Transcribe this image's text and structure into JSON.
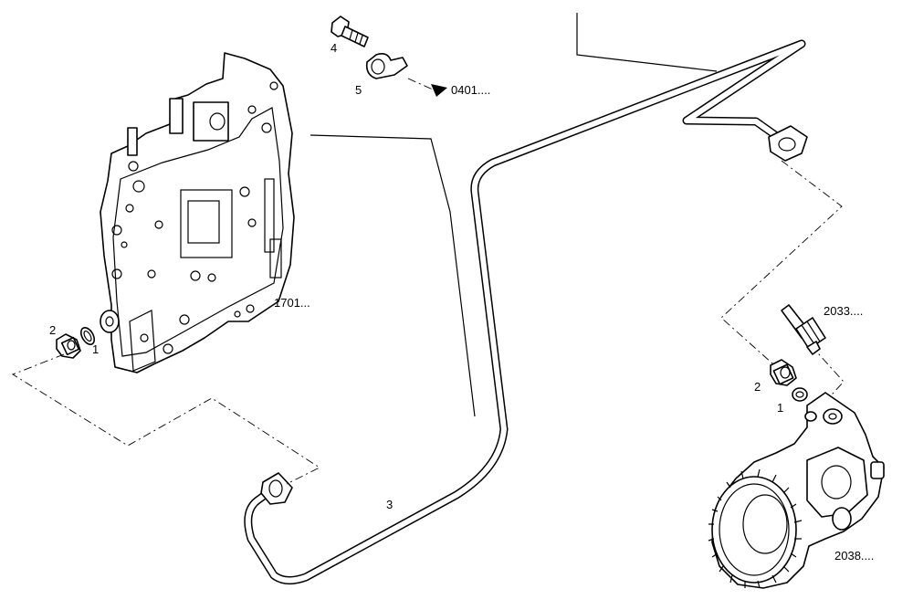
{
  "labels": {
    "bolt_num": "4",
    "clamp_num": "5",
    "clamp_ref": "0401....",
    "plate_ref": "1701...",
    "left_fitting_num": "2",
    "left_washer_num": "1",
    "pipe_num": "3",
    "sensor_ref": "2033....",
    "right_fitting_num": "2",
    "right_washer_num": "1",
    "pump_ref": "2038...."
  }
}
